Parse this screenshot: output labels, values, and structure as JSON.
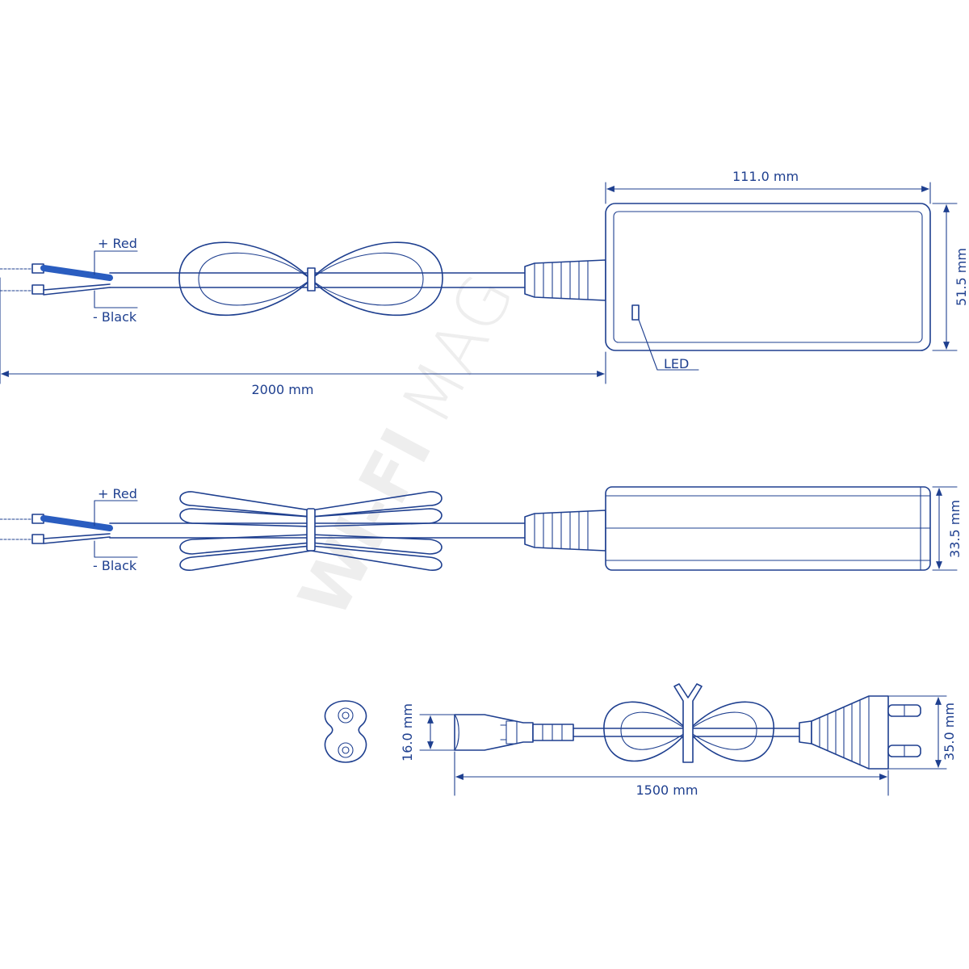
{
  "view_top": {
    "width_label": "111.0 mm",
    "height_label": "51.5 mm",
    "cable_label": "2000 mm",
    "red_label": "+ Red",
    "black_label": "- Black",
    "led_label": "LED"
  },
  "view_side": {
    "height_label": "33.5 mm",
    "red_label": "+ Red",
    "black_label": "- Black"
  },
  "view_plug": {
    "connector_label": "16.0 mm",
    "plug_label": "35.0 mm",
    "cord_label": "1500 mm"
  },
  "watermark": {
    "bold": "WI-FI",
    "light": "MAG"
  },
  "colors": {
    "line": "#1e3f8f",
    "wire_blue": "#2a5dc0"
  }
}
